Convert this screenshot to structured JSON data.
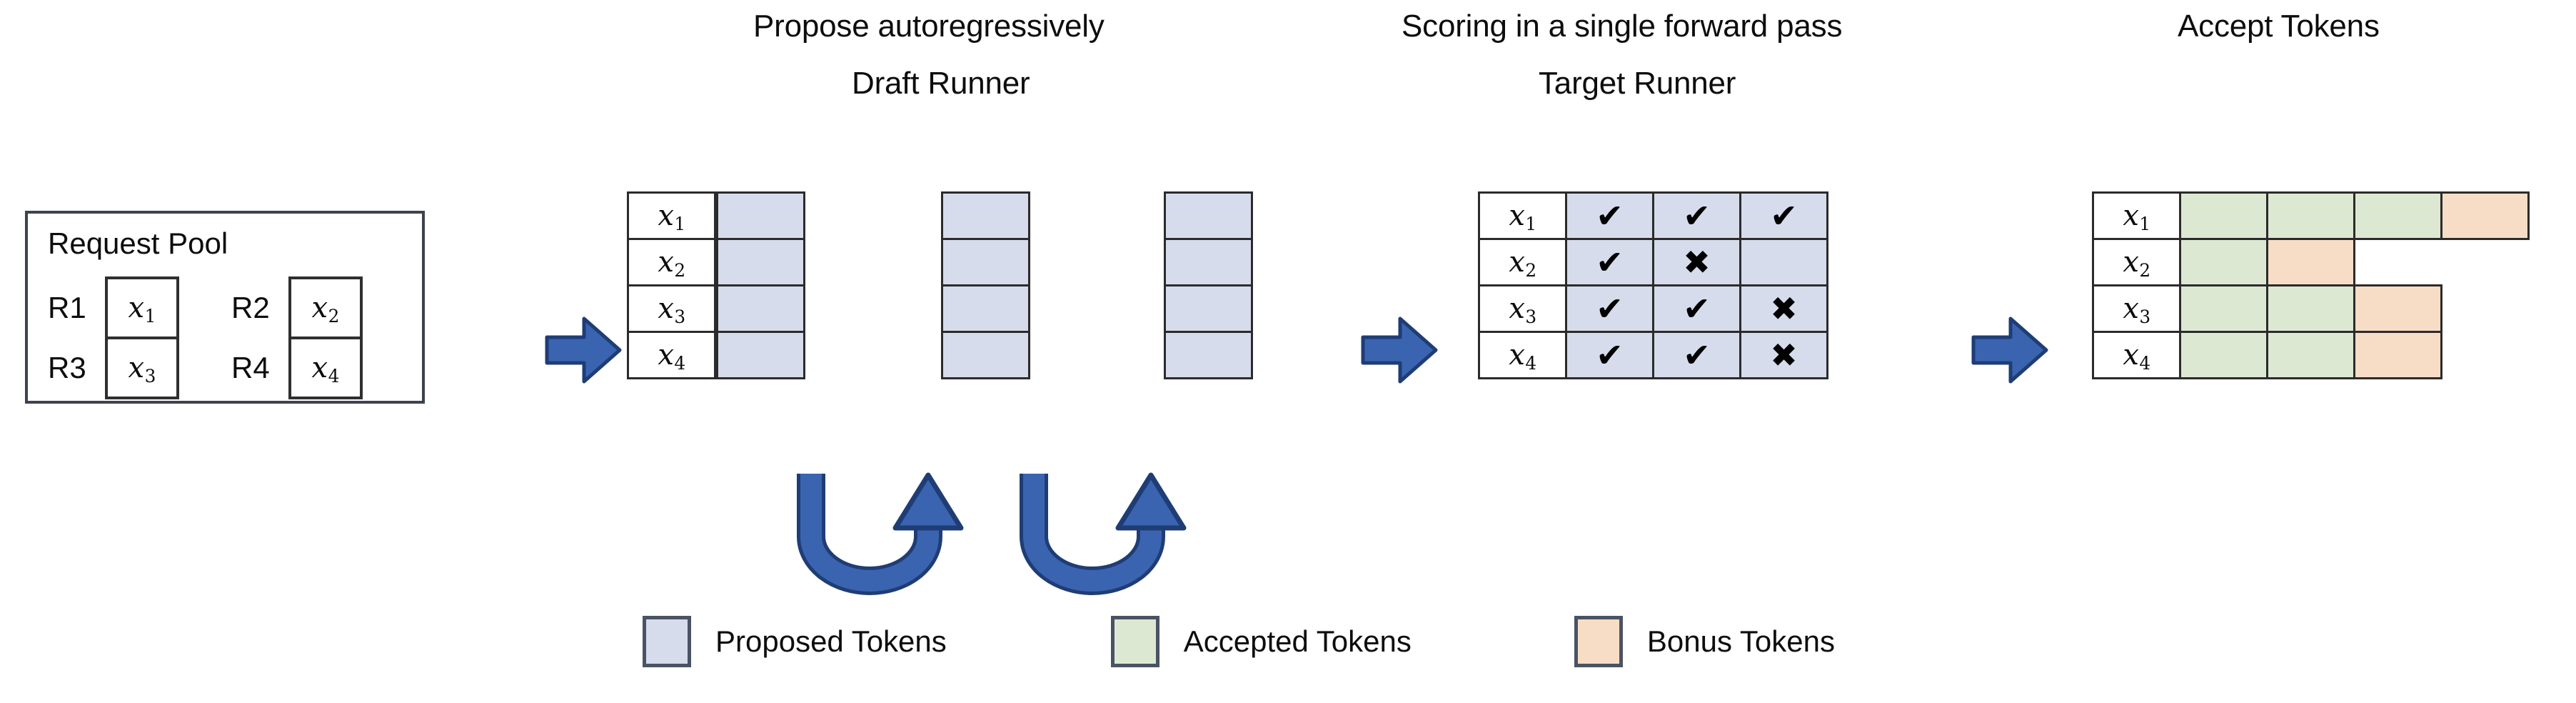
{
  "headers": {
    "propose": "Propose autoregressively",
    "draft_runner": "Draft Runner",
    "scoring": "Scoring in a single forward pass",
    "target_runner": "Target Runner",
    "accept": "Accept Tokens"
  },
  "colors": {
    "proposed": "#d6dcec",
    "accepted": "#dde8d2",
    "bonus": "#f7ddc5",
    "arrow_fill": "#3a64b0",
    "arrow_stroke": "#1f3d75",
    "cell_border": "#2b2b2b",
    "pool_border": "#3c434f",
    "text": "#0d0d0d"
  },
  "request_pool": {
    "title": "Request Pool",
    "requests": [
      {
        "label": "R1",
        "token": "x",
        "sub": "1"
      },
      {
        "label": "R2",
        "token": "x",
        "sub": "2"
      },
      {
        "label": "R3",
        "token": "x",
        "sub": "3"
      },
      {
        "label": "R4",
        "token": "x",
        "sub": "4"
      }
    ]
  },
  "arrows": {
    "block_arrow_icon": "right-block-arrow",
    "loop_arrow_icon": "u-turn-arrow",
    "loop_count": 2,
    "block_count": 3
  },
  "draft_runner": {
    "row_labels": [
      {
        "token": "x",
        "sub": "1"
      },
      {
        "token": "x",
        "sub": "2"
      },
      {
        "token": "x",
        "sub": "3"
      },
      {
        "token": "x",
        "sub": "4"
      }
    ],
    "steps": 3,
    "cell_type": "proposed"
  },
  "target_runner": {
    "row_labels": [
      {
        "token": "x",
        "sub": "1"
      },
      {
        "token": "x",
        "sub": "2"
      },
      {
        "token": "x",
        "sub": "3"
      },
      {
        "token": "x",
        "sub": "4"
      }
    ],
    "marks": [
      [
        "check",
        "check",
        "check"
      ],
      [
        "check",
        "cross",
        "none"
      ],
      [
        "check",
        "check",
        "cross"
      ],
      [
        "check",
        "check",
        "cross"
      ]
    ],
    "glyphs": {
      "check": "✔",
      "cross": "✖",
      "none": ""
    }
  },
  "accept_tokens": {
    "row_labels": [
      {
        "token": "x",
        "sub": "1"
      },
      {
        "token": "x",
        "sub": "2"
      },
      {
        "token": "x",
        "sub": "3"
      },
      {
        "token": "x",
        "sub": "4"
      }
    ],
    "rows": [
      [
        "accepted",
        "accepted",
        "accepted",
        "bonus"
      ],
      [
        "accepted",
        "bonus"
      ],
      [
        "accepted",
        "accepted",
        "bonus"
      ],
      [
        "accepted",
        "accepted",
        "bonus"
      ]
    ]
  },
  "legend": [
    {
      "label": "Proposed Tokens",
      "swatch": "#d6dcec"
    },
    {
      "label": "Accepted Tokens",
      "swatch": "#dde8d2"
    },
    {
      "label": "Bonus Tokens",
      "swatch": "#f7ddc5"
    }
  ]
}
